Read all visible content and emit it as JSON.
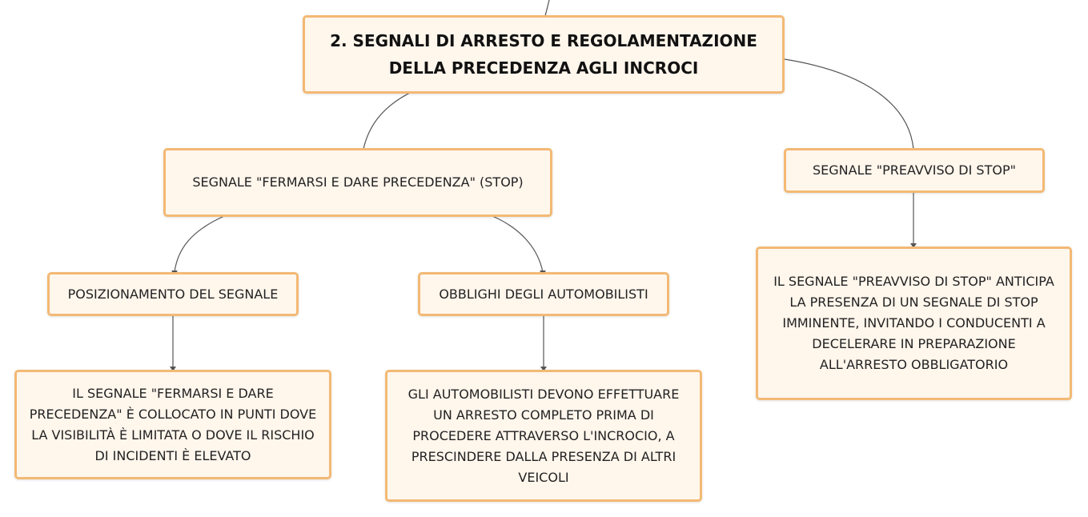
{
  "diagram": {
    "root": {
      "text": "2. SEGNALI DI ARRESTO E REGOLAMENTAZIONE DELLA PRECEDENZA AGLI INCROCI"
    },
    "stop_sign": {
      "text": "SEGNALE \"FERMARSI E DARE PRECEDENZA\" (STOP)"
    },
    "preavviso": {
      "text": "SEGNALE \"PREAVVISO DI STOP\""
    },
    "positioning": {
      "text": "POSIZIONAMENTO DEL SEGNALE"
    },
    "obligations": {
      "text": "OBBLIGHI DEGLI AUTOMOBILISTI"
    },
    "positioning_detail": {
      "text": "IL SEGNALE \"FERMARSI E DARE PRECEDENZA\" È COLLOCATO IN PUNTI DOVE LA VISIBILITÀ È LIMITATA O DOVE IL RISCHIO DI INCIDENTI È ELEVATO"
    },
    "obligations_detail": {
      "text": "GLI AUTOMOBILISTI DEVONO EFFETTUARE UN ARRESTO COMPLETO PRIMA DI PROCEDERE ATTRAVERSO L'INCROCIO, A PRESCINDERE DALLA PRESENZA DI ALTRI VEICOLI"
    },
    "preavviso_detail": {
      "text": "IL SEGNALE \"PREAVVISO DI STOP\" ANTICIPA LA PRESENZA DI UN SEGNALE DI STOP IMMINENTE, INVITANDO I CONDUCENTI A DECELERARE IN PREPARAZIONE ALL'ARRESTO OBBLIGATORIO"
    }
  }
}
